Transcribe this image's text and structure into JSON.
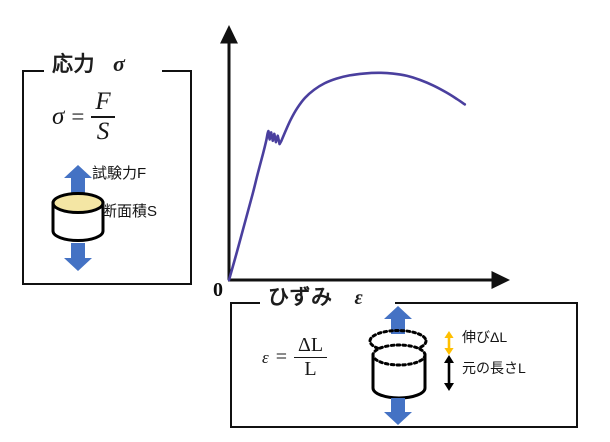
{
  "figure": {
    "title_semantic": "stress-strain-diagram",
    "background": "#ffffff"
  },
  "colors": {
    "curve": "#4a3f9e",
    "axis": "#111111",
    "box_border": "#111111",
    "arrow_blue": "#4472c4",
    "cylinder_top": "#f4e6a4",
    "cylinder_body": "#ffffff",
    "delta_arrow": "#ffbf00",
    "text": "#1a1a1a"
  },
  "stress_panel": {
    "caption": "応力",
    "caption_symbol": "σ",
    "formula": {
      "lhs": "σ",
      "equals": "=",
      "numerator": "F",
      "denominator": "S"
    },
    "force_label": "試験力F",
    "area_label": "断面積S",
    "up_arrow_icon": "arrow-up-icon",
    "down_arrow_icon": "arrow-down-icon",
    "specimen_icon": "cylinder-specimen-icon"
  },
  "strain_panel": {
    "caption": "ひずみ",
    "caption_symbol": "ε",
    "formula": {
      "lhs": "ε",
      "equals": "=",
      "numerator": "ΔL",
      "denominator": "L"
    },
    "elongation_label": "伸びΔL",
    "original_length_label": "元の長さL",
    "up_arrow_icon": "arrow-up-icon",
    "down_arrow_icon": "arrow-down-icon",
    "specimen_icon": "stretched-cylinder-specimen-icon",
    "delta_measure_icon": "double-arrow-vertical-icon",
    "length_measure_icon": "double-arrow-vertical-icon"
  },
  "graph": {
    "origin_label": "0",
    "y_axis_icon": "axis-arrow-up-icon",
    "x_axis_icon": "axis-arrow-right-icon"
  },
  "chart_data": {
    "type": "line",
    "title": "",
    "xlabel": "ひずみ ε",
    "ylabel": "応力 σ",
    "grid": false,
    "legend": null,
    "axis_arrows": true,
    "xlim": [
      0,
      1
    ],
    "ylim": [
      0,
      1
    ],
    "tick_labels": {
      "x": [],
      "y": []
    },
    "annotations": [
      {
        "text": "0",
        "x": 0,
        "y": 0,
        "role": "origin"
      }
    ],
    "series": [
      {
        "name": "stress-strain curve",
        "color": "#4a3f9e",
        "comment": "normalized units; elastic rise, yield serration, strain hardening to UTS, then necking drop",
        "points": [
          [
            0.0,
            0.0
          ],
          [
            0.03,
            0.12
          ],
          [
            0.06,
            0.245
          ],
          [
            0.09,
            0.37
          ],
          [
            0.11,
            0.46
          ],
          [
            0.13,
            0.545
          ],
          [
            0.142,
            0.6
          ],
          [
            0.15,
            0.642
          ],
          [
            0.155,
            0.606
          ],
          [
            0.161,
            0.636
          ],
          [
            0.167,
            0.6
          ],
          [
            0.173,
            0.63
          ],
          [
            0.179,
            0.594
          ],
          [
            0.186,
            0.622
          ],
          [
            0.193,
            0.586
          ],
          [
            0.2,
            0.6
          ],
          [
            0.215,
            0.64
          ],
          [
            0.235,
            0.69
          ],
          [
            0.26,
            0.74
          ],
          [
            0.29,
            0.785
          ],
          [
            0.325,
            0.82
          ],
          [
            0.365,
            0.848
          ],
          [
            0.41,
            0.868
          ],
          [
            0.46,
            0.882
          ],
          [
            0.515,
            0.89
          ],
          [
            0.57,
            0.893
          ],
          [
            0.625,
            0.89
          ],
          [
            0.68,
            0.88
          ],
          [
            0.73,
            0.862
          ],
          [
            0.78,
            0.838
          ],
          [
            0.83,
            0.808
          ],
          [
            0.87,
            0.78
          ],
          [
            0.9,
            0.757
          ]
        ]
      }
    ]
  }
}
